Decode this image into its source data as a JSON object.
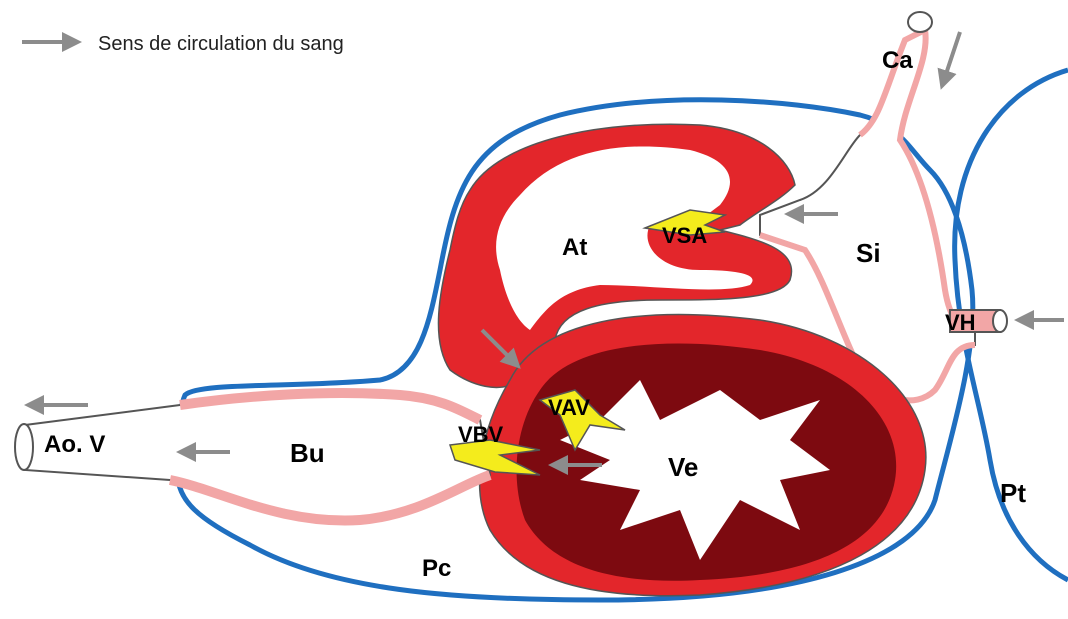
{
  "legend": {
    "text": "Sens de circulation du sang",
    "arrow_color": "#8c8c8c"
  },
  "labels": {
    "ca": "Ca",
    "at": "At",
    "vsa": "VSA",
    "si": "Si",
    "vh": "VH",
    "vav": "VAV",
    "vbv": "VBV",
    "ve": "Ve",
    "bu": "Bu",
    "aov": "Ao. V",
    "pc": "Pc",
    "pt": "Pt"
  },
  "colors": {
    "pericardium": "#1f6fc0",
    "atrium_wall": "#e3262b",
    "ventricle_outer": "#e3262b",
    "ventricle_inner": "#7d0a10",
    "vessel": "#f2a6a6",
    "valve": "#f4ec1c",
    "outline": "#555555",
    "arrow": "#8c8c8c"
  }
}
